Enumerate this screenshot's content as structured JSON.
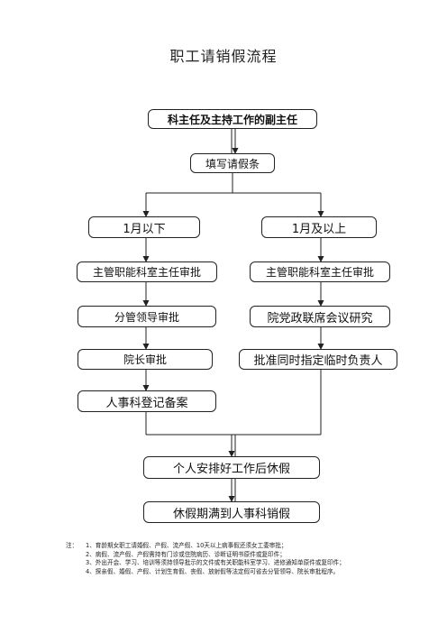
{
  "title": "职工请销假流程",
  "nodes": {
    "start": "科主任及主持工作的副主任",
    "fill_form": "填写请假条",
    "branch_left": "1月以下",
    "branch_right": "1月及以上",
    "left_approve_dept": "主管职能科室主任审批",
    "right_approve_dept": "主管职能科室主任审批",
    "left_approve_leader": "分管领导审批",
    "right_party_meeting": "院党政联席会议研究",
    "left_president": "院长审批",
    "right_assign_deputy": "批准同时指定临时负责人",
    "hr_record": "人事科登记备案",
    "handover": "个人安排好工作后休假",
    "return_report": "休假期满到人事科销假"
  },
  "notes": {
    "prefix": "注：",
    "items": [
      "1、育龄期女职工请婚假、产假、流产假、10天以上病事假还须女工委审批；",
      "2、病假、流产假、产假需持有门诊或住院病历、诊断证明书原件或复印件；",
      "3、外出开会、学习、培训等须持领导批示的文件或有关职能科室学习、进修通知单原件或复印件；",
      "4、探亲假、婚假、产假、计划生育假、丧假、放射假等法定假可省去分管领导、院长审批程序。"
    ]
  }
}
